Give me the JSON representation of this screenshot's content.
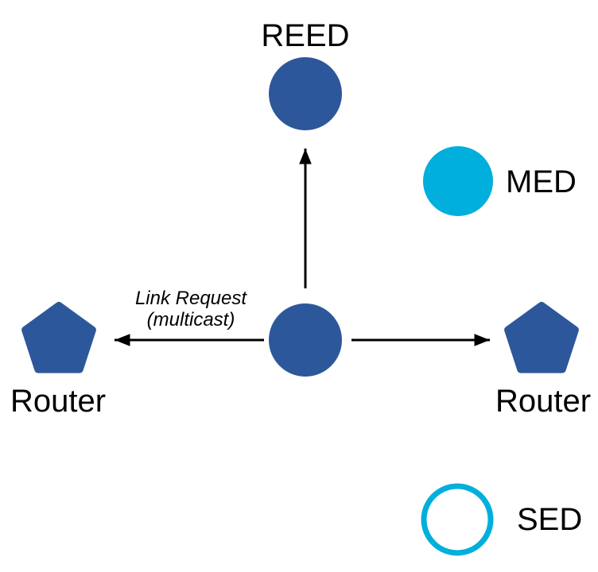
{
  "diagram": {
    "description": "Thread network topology multicast link request diagram",
    "nodes": {
      "reed": {
        "label": "REED",
        "shape": "filled-circle"
      },
      "med": {
        "label": "MED",
        "shape": "filled-circle"
      },
      "center": {
        "label": "",
        "shape": "filled-circle"
      },
      "router_left": {
        "label": "Router",
        "shape": "pentagon"
      },
      "router_right": {
        "label": "Router",
        "shape": "pentagon"
      },
      "sed": {
        "label": "SED",
        "shape": "outline-circle"
      }
    },
    "annotation": {
      "line1": "Link Request",
      "line2": "(multicast)"
    },
    "colors": {
      "node_blue": "#2D579B",
      "node_cyan": "#00AFDB",
      "arrow": "#000000",
      "text": "#000000",
      "background": "#FFFFFF"
    }
  }
}
